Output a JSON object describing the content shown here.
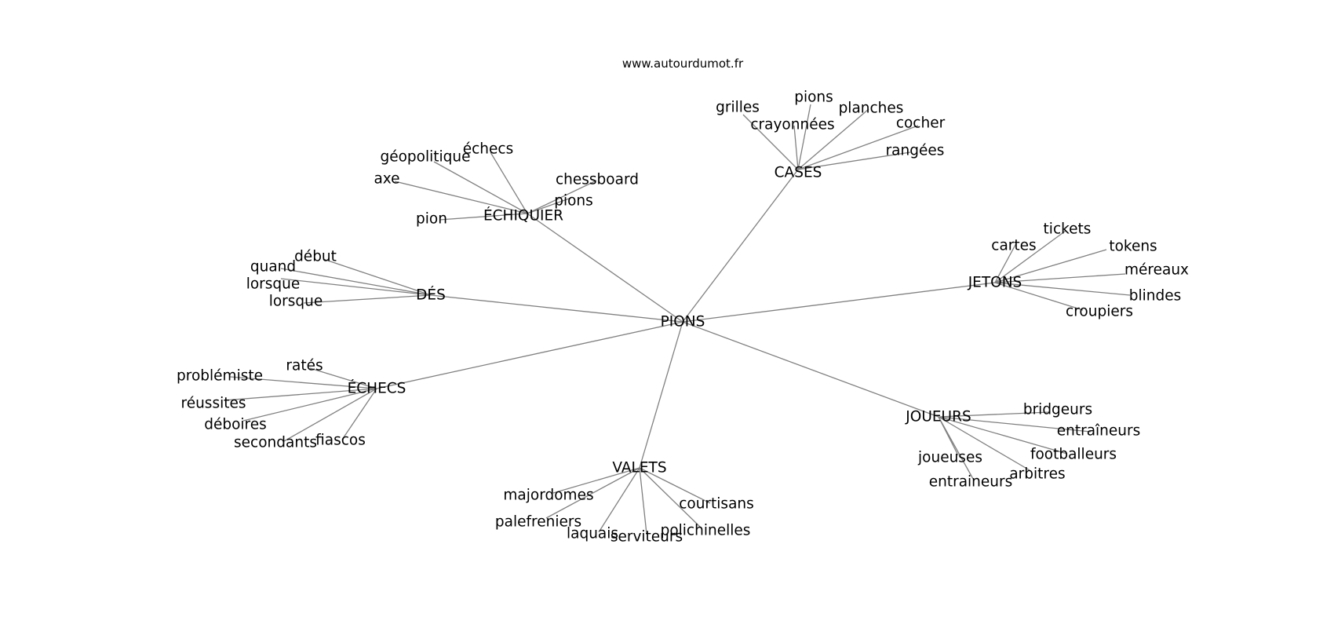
{
  "source": "www.autourdumot.fr",
  "colors": {
    "edge": "#808080",
    "text": "#000000",
    "background": "#ffffff"
  },
  "graph": {
    "root": "PIONS",
    "groups": [
      {
        "label": "CASES",
        "children": [
          "grilles",
          "pions",
          "planches",
          "crayonnées",
          "cocher",
          "rangées"
        ]
      },
      {
        "label": "ÉCHIQUIER",
        "children": [
          "échecs",
          "géopolitique",
          "chessboard",
          "axe",
          "pions",
          "pion"
        ]
      },
      {
        "label": "DÉS",
        "children": [
          "début",
          "quand",
          "lorsque",
          "lorsque"
        ]
      },
      {
        "label": "JETONS",
        "children": [
          "tickets",
          "cartes",
          "tokens",
          "méreaux",
          "blindes",
          "croupiers"
        ]
      },
      {
        "label": "ÉCHECS",
        "children": [
          "ratés",
          "problémiste",
          "réussites",
          "déboires",
          "secondants",
          "fiascos"
        ]
      },
      {
        "label": "JOUEURS",
        "children": [
          "bridgeurs",
          "entraîneurs",
          "footballeurs",
          "joueuses",
          "arbitres",
          "entraineurs"
        ]
      },
      {
        "label": "VALETS",
        "children": [
          "majordomes",
          "courtisans",
          "palefreniers",
          "polichinelles",
          "laquais",
          "serviteurs"
        ]
      }
    ]
  }
}
